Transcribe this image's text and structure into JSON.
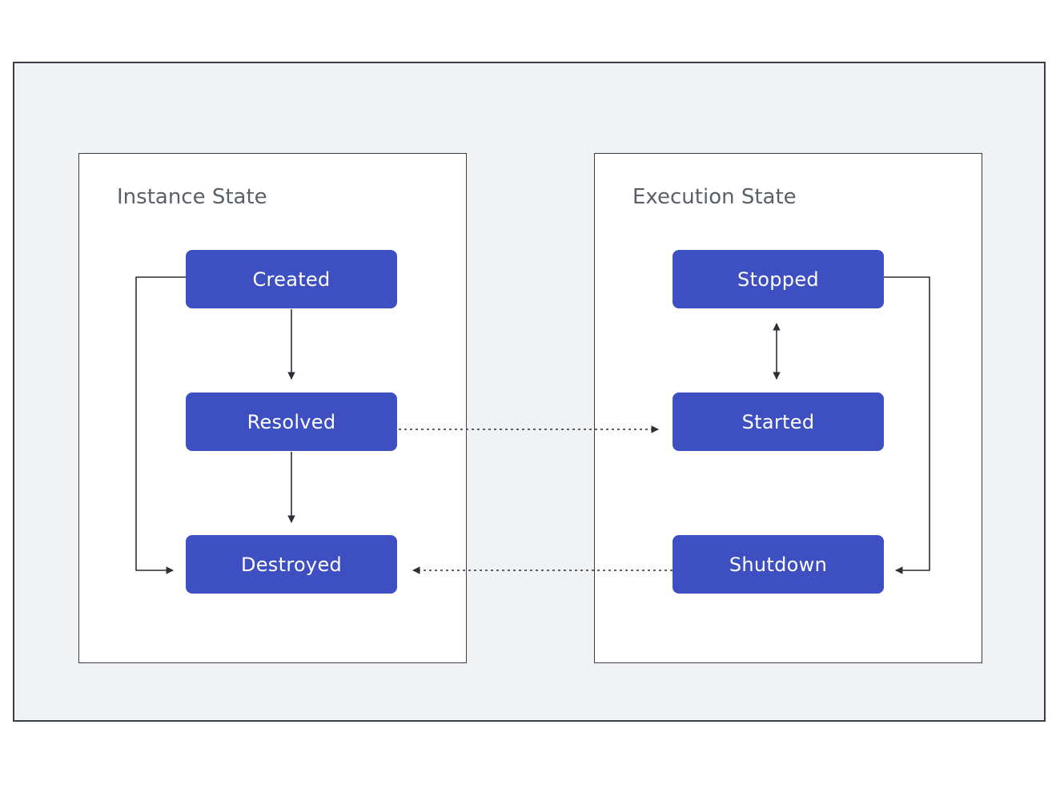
{
  "panels": {
    "instance": {
      "title": "Instance State",
      "states": [
        "Created",
        "Resolved",
        "Destroyed"
      ]
    },
    "execution": {
      "title": "Execution State",
      "states": [
        "Stopped",
        "Started",
        "Shutdown"
      ]
    }
  },
  "colors": {
    "background": "#f1f2f4",
    "state_fill": "#3d4fc1",
    "state_text": "#ffffff",
    "border": "#3a3f46",
    "title_text": "#5b6068",
    "connector": "#2b2f36"
  }
}
